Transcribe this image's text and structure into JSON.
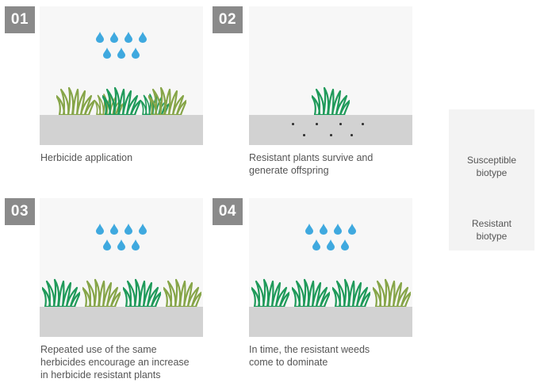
{
  "colors": {
    "badge": "#8a8a8a",
    "panel_bg": "#f7f7f7",
    "ground": "#d2d2d2",
    "drop": "#3fa9df",
    "susceptible": "#86a548",
    "resistant": "#1f9a5a",
    "seed": "#333333"
  },
  "steps": [
    {
      "number": "01",
      "caption": [
        "Herbicide application"
      ],
      "drops_rows": [
        4,
        3
      ],
      "plants": [
        "susceptible",
        "resistant",
        "susceptible"
      ],
      "seeds": false
    },
    {
      "number": "02",
      "caption": [
        "Resistant plants survive and",
        "generate offspring"
      ],
      "drops_rows": [],
      "plants": [
        "resistant"
      ],
      "seeds": true
    },
    {
      "number": "03",
      "caption": [
        "Repeated use of the same",
        "herbicides encourage an increase",
        "in herbicide resistant plants"
      ],
      "drops_rows": [
        4,
        3
      ],
      "plants": [
        "resistant",
        "susceptible",
        "resistant",
        "susceptible"
      ],
      "seeds": false
    },
    {
      "number": "04",
      "caption": [
        "In time, the resistant weeds",
        "come to dominate"
      ],
      "drops_rows": [
        4,
        3
      ],
      "plants": [
        "resistant",
        "resistant",
        "resistant",
        "susceptible"
      ],
      "seeds": false
    }
  ],
  "legend": {
    "items": [
      {
        "kind": "susceptible",
        "label": [
          "Susceptible",
          "biotype"
        ]
      },
      {
        "kind": "resistant",
        "label": [
          "Resistant",
          "biotype"
        ]
      }
    ]
  }
}
